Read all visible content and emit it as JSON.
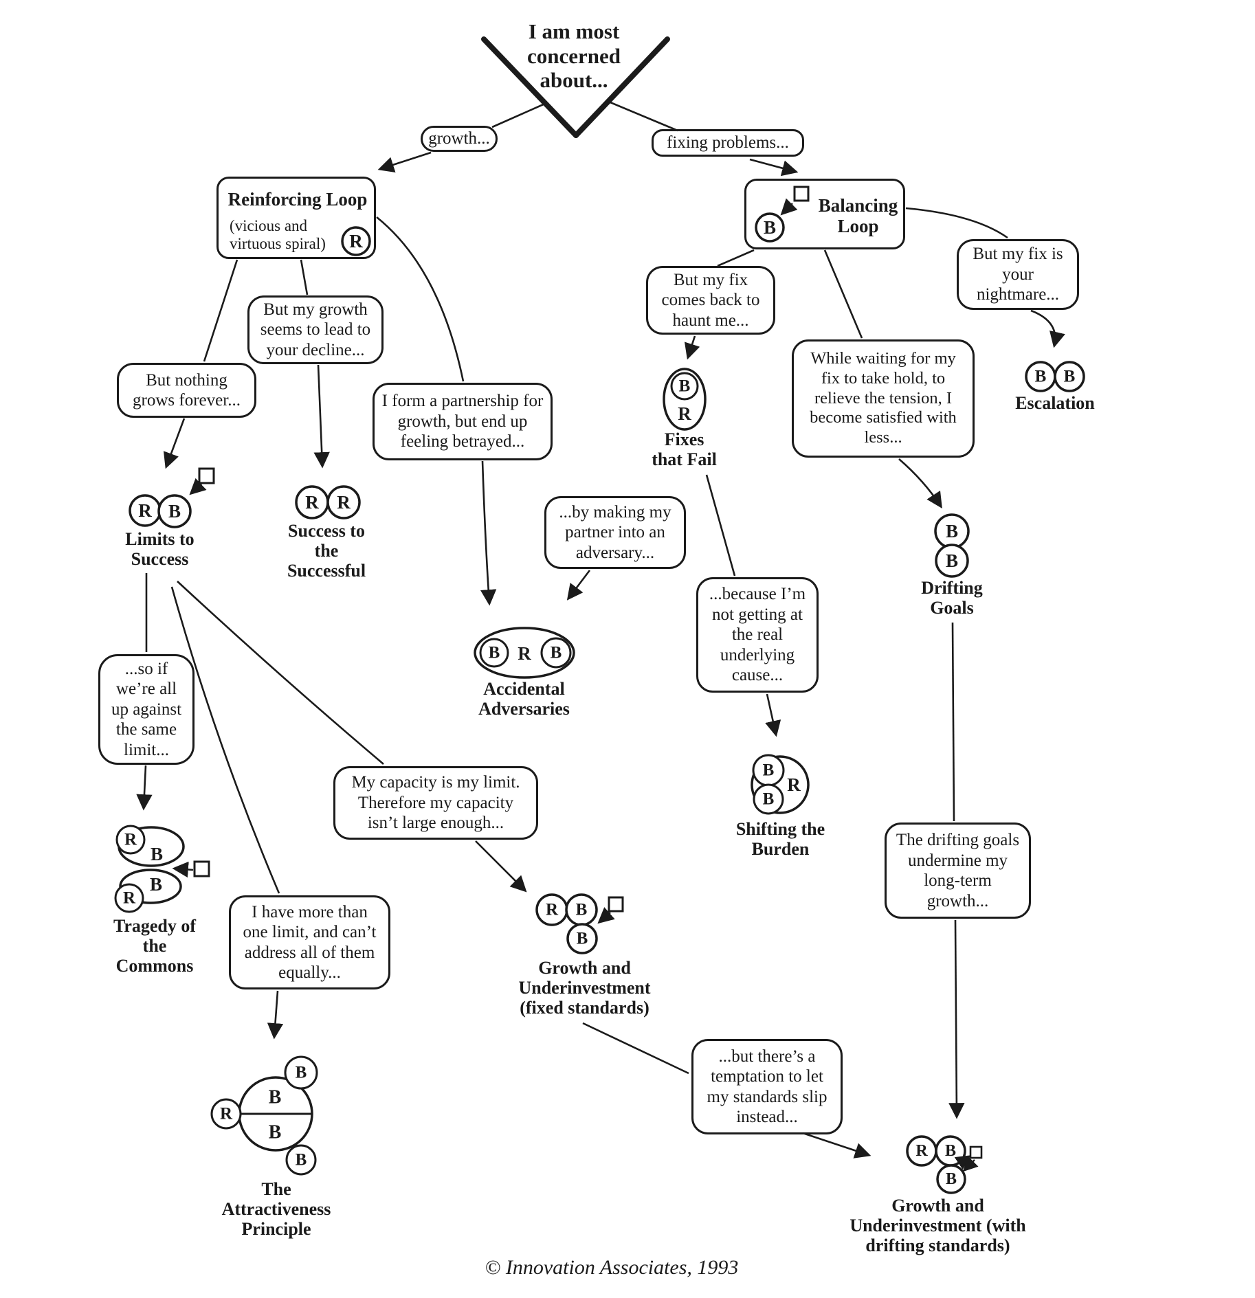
{
  "title": "I am most concerned about...",
  "branches": {
    "growth": "growth...",
    "fixing": "fixing problems..."
  },
  "loops": {
    "reinforcing": {
      "title": "Reinforcing Loop",
      "subtitle": "(vicious and virtuous spiral)",
      "symbol": "R"
    },
    "balancing": {
      "title": "Balancing Loop",
      "symbol": "B"
    }
  },
  "bubbles": {
    "but_my_growth": "But my growth seems to lead to your decline...",
    "but_nothing": "But nothing grows forever...",
    "i_form": "I form a partnership for growth, but end up feeling betrayed...",
    "but_my_fix_haunt": "But my fix comes back to haunt me...",
    "while_waiting": "While waiting for my fix to take hold, to relieve the tension, I become satisfied with less...",
    "nightmare": "But my fix is your nightmare...",
    "by_making": "...by making my partner into an adversary...",
    "because_im": "...because I’m not getting at the real underlying cause...",
    "so_if": "...so if we’re all up against the same limit...",
    "my_capacity": "My capacity is my limit. Therefore my capacity isn’t large enough...",
    "i_have_more": "I have more than one limit, and can’t address all of them equally...",
    "drifting_undermine": "The drifting goals undermine my long-term growth...",
    "but_theres": "...but there’s a temptation to let my standards slip instead..."
  },
  "archetypes": {
    "limits": {
      "label": "Limits to Success",
      "letters": [
        "R",
        "B"
      ]
    },
    "success": {
      "label": "Success to the Successful",
      "letters": [
        "R",
        "R"
      ]
    },
    "fixes": {
      "label": "Fixes that Fail",
      "letters": [
        "B",
        "R"
      ]
    },
    "accidental": {
      "label": "Accidental Adversaries",
      "letters": [
        "B",
        "R",
        "B"
      ]
    },
    "shifting": {
      "label": "Shifting the Burden",
      "letters": [
        "B",
        "B",
        "R"
      ]
    },
    "drifting": {
      "label": "Drifting Goals",
      "letters": [
        "B",
        "B"
      ]
    },
    "escalation": {
      "label": "Escalation",
      "letters": [
        "B",
        "B"
      ]
    },
    "tragedy": {
      "label": "Tragedy of the Commons",
      "letters": [
        "R",
        "B",
        "B",
        "R"
      ]
    },
    "attractiveness": {
      "label": "The Attractiveness Principle",
      "letters": [
        "R",
        "B",
        "B",
        "B",
        "B"
      ]
    },
    "gu_fixed": {
      "label": "Growth and Underinvestment (fixed standards)",
      "letters": [
        "R",
        "B",
        "B"
      ]
    },
    "gu_drifting": {
      "label": "Growth and Underinvestment (with drifting standards)",
      "letters": [
        "R",
        "B",
        "B"
      ]
    }
  },
  "copyright": "© Innovation Associates, 1993"
}
